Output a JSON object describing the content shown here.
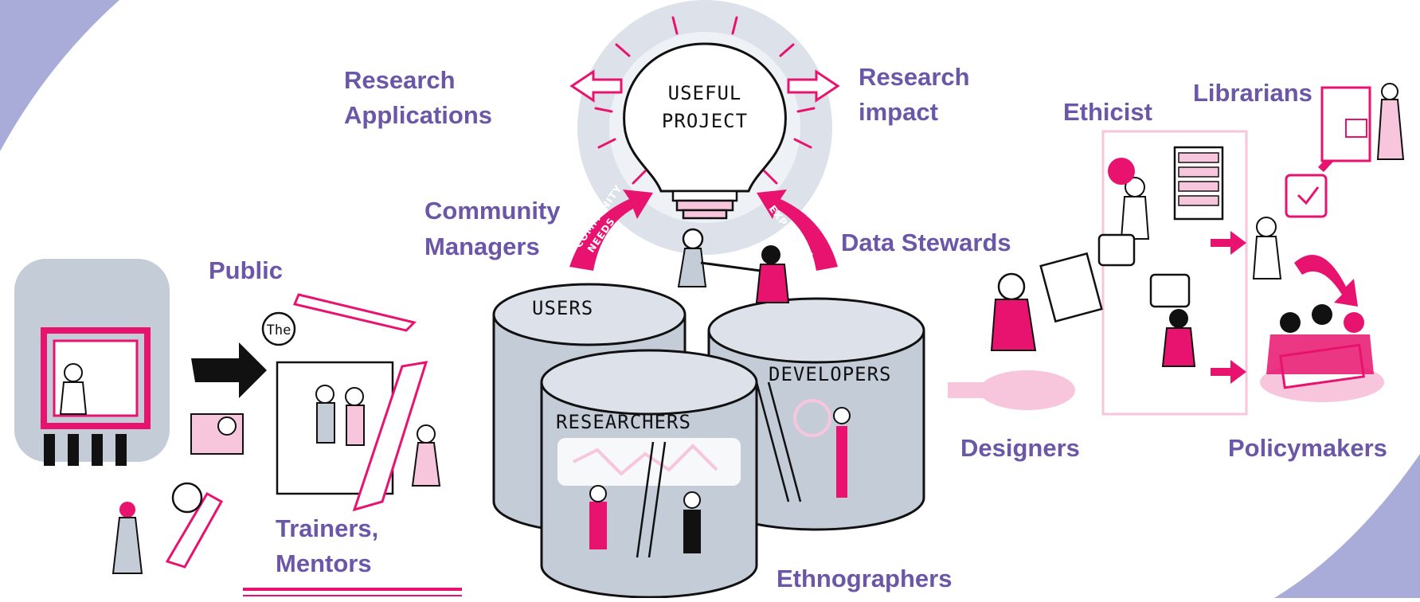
{
  "colors": {
    "accent_purple": "#6b56a8",
    "magenta": "#e8136f",
    "pink_light": "#f7c6dc",
    "grey_blue": "#c4ccd8",
    "corner_lavender": "#a9acd9"
  },
  "bulb": {
    "text_line1": "USEFUL",
    "text_line2": "PROJECT",
    "arrow_left_text_line1": "COMMUNITY",
    "arrow_left_text_line2": "NEEDS",
    "arrow_right_text": "EXPERTISE"
  },
  "cylinders": {
    "users": "USERS",
    "developers": "DEVELOPERS",
    "researchers": "RESEARCHERS"
  },
  "sign": "The",
  "labels": {
    "research_applications_line1": "Research",
    "research_applications_line2": "Applications",
    "research_impact_line1": "Research",
    "research_impact_line2": "impact",
    "community_managers_line1": "Community",
    "community_managers_line2": "Managers",
    "data_stewards": "Data Stewards",
    "public": "Public",
    "trainers_line1": "Trainers,",
    "trainers_line2": "Mentors",
    "ethnographers": "Ethnographers",
    "ethicist": "Ethicist",
    "librarians": "Librarians",
    "designers": "Designers",
    "policymakers": "Policymakers"
  }
}
